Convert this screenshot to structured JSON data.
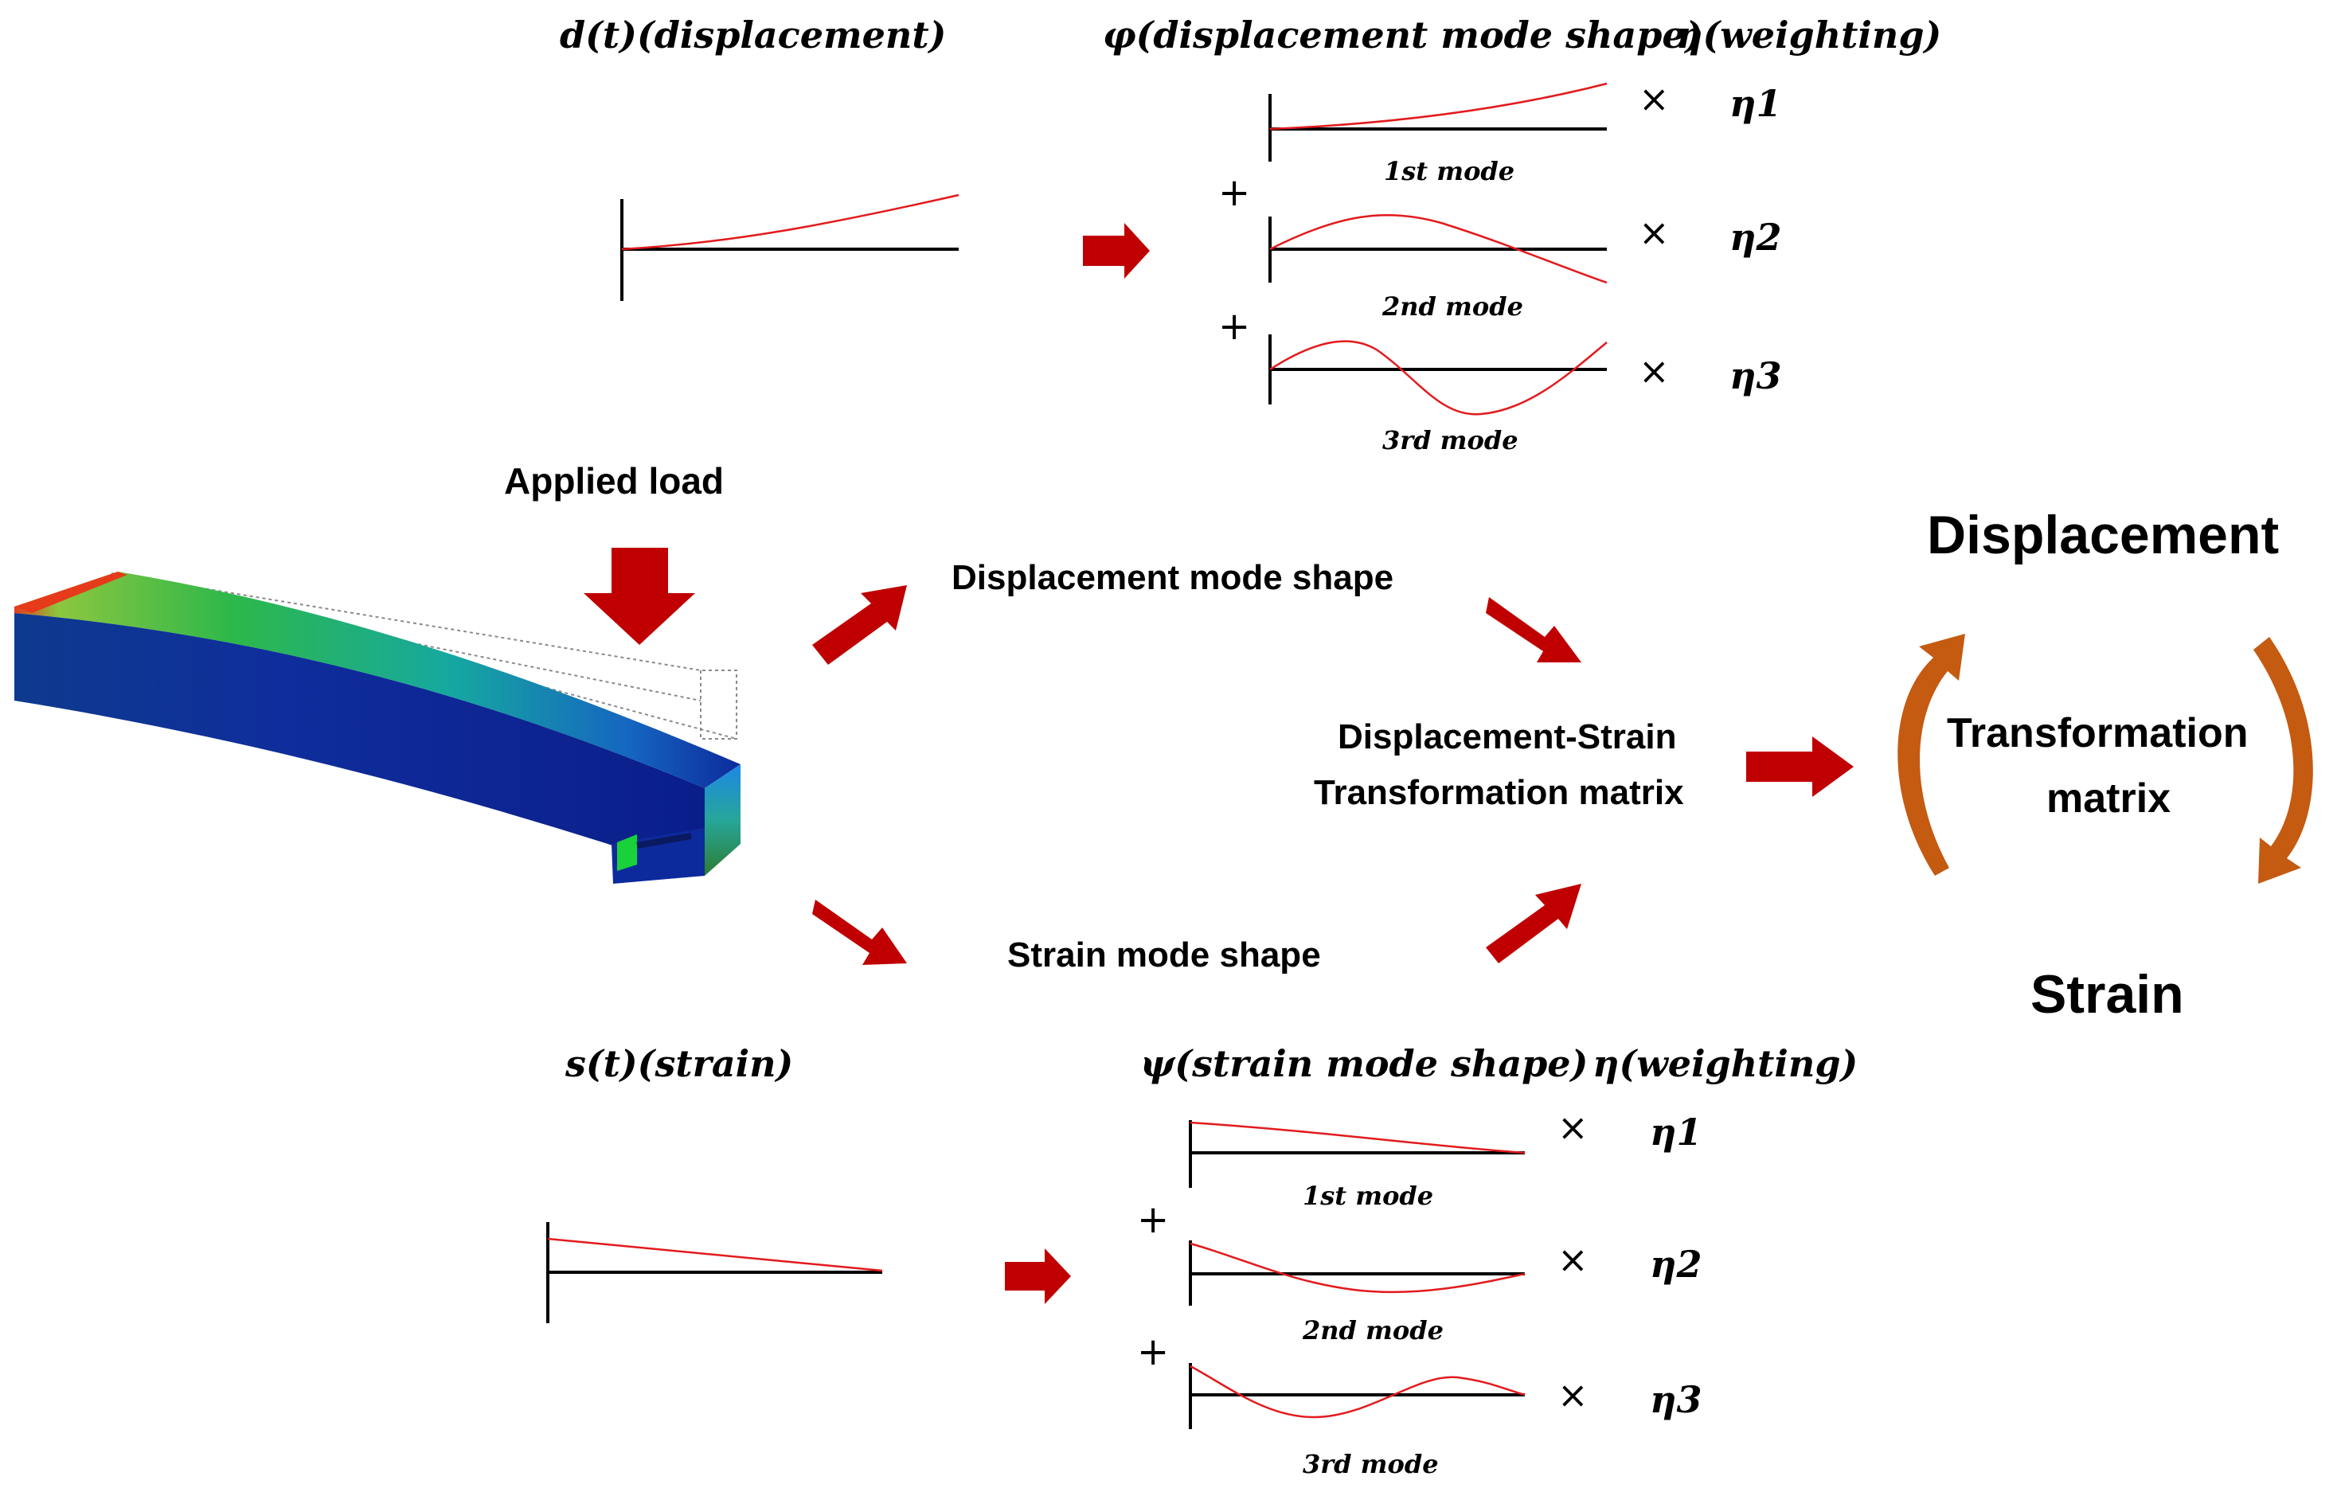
{
  "top": {
    "d_label": "d(t)(displacement)",
    "phi_label": "φ(displacement mode shape)",
    "eta_label": "η(weighting)",
    "modes": [
      {
        "label": "1st mode",
        "weight": "η1"
      },
      {
        "label": "2nd mode",
        "weight": "η2"
      },
      {
        "label": "3rd mode",
        "weight": "η3"
      }
    ]
  },
  "bottom": {
    "s_label": "s(t)(strain)",
    "psi_label": "ψ(strain mode shape)",
    "eta_label": "η(weighting)",
    "modes": [
      {
        "label": "1st mode",
        "weight": "η1"
      },
      {
        "label": "2nd mode",
        "weight": "η2"
      },
      {
        "label": "3rd mode",
        "weight": "η3"
      }
    ]
  },
  "operators": {
    "plus": "+",
    "times": "×"
  },
  "labels": {
    "applied_load": "Applied load",
    "displacement_mode_shape": "Displacement mode shape",
    "strain_mode_shape": "Strain mode shape",
    "transform_line1": "Displacement-Strain",
    "transform_line2": "Transformation matrix",
    "displacement": "Displacement",
    "strain": "Strain",
    "matrix_line1": "Transformation",
    "matrix_line2": "matrix"
  },
  "colors": {
    "arrow_red": "#c00000",
    "arrow_orange": "#c55a11",
    "curve_red": "#e31a1c"
  }
}
